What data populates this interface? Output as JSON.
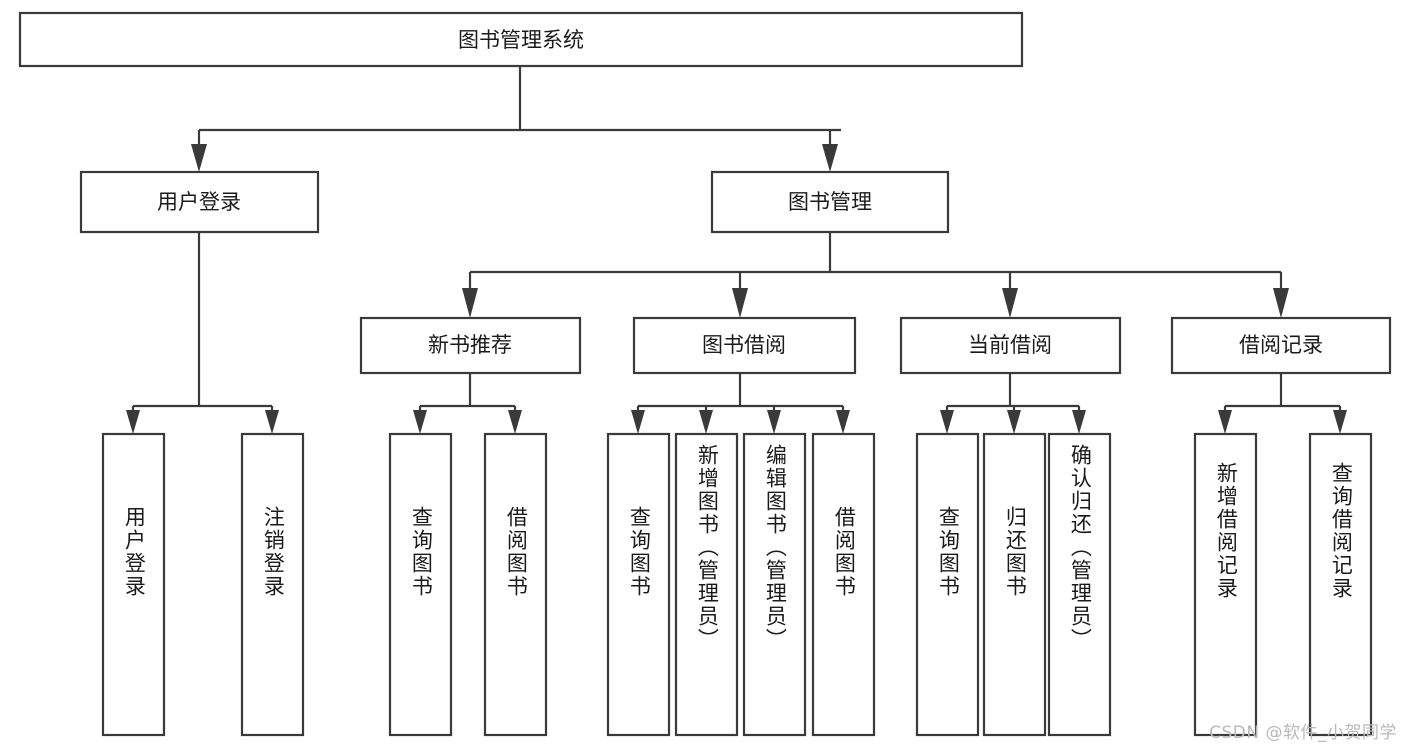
{
  "diagram": {
    "type": "tree",
    "title": "图书管理系统",
    "orientation": "top-down",
    "colors": {
      "background": "#ffffff",
      "box_fill": "#ffffff",
      "box_stroke": "#3a3a3a",
      "text": "#1b1b1b",
      "watermark": "#b9b9b9"
    },
    "nodes": {
      "root": {
        "label": "图书管理系统"
      },
      "level2": [
        {
          "label": "用户登录"
        },
        {
          "label": "图书管理"
        }
      ],
      "level3": [
        {
          "label": "新书推荐"
        },
        {
          "label": "图书借阅"
        },
        {
          "label": "当前借阅"
        },
        {
          "label": "借阅记录"
        }
      ],
      "leaves": {
        "user_login": [
          {
            "label": "用户登录"
          },
          {
            "label": "注销登录"
          }
        ],
        "new_book_recommend": [
          {
            "label": "查询图书"
          },
          {
            "label": "借阅图书"
          }
        ],
        "book_borrow": [
          {
            "label": "查询图书"
          },
          {
            "label": "新增图书（管理员）"
          },
          {
            "label": "编辑图书（管理员）"
          },
          {
            "label": "借阅图书"
          }
        ],
        "current_borrow": [
          {
            "label": "查询图书"
          },
          {
            "label": "归还图书"
          },
          {
            "label": "确认归还（管理员）"
          }
        ],
        "borrow_record": [
          {
            "label": "新增借阅记录"
          },
          {
            "label": "查询借阅记录"
          }
        ]
      }
    },
    "watermark": "CSDN @软件_小贺同学"
  }
}
